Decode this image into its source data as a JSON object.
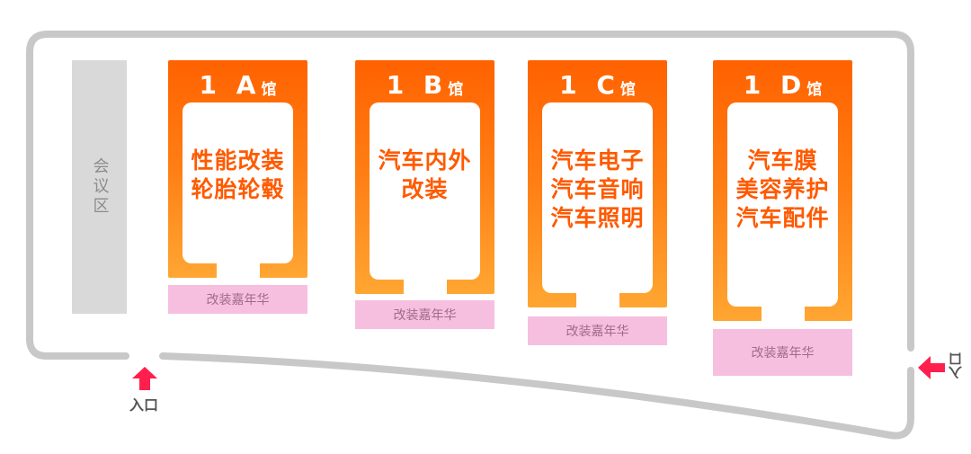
{
  "map": {
    "meeting_area": {
      "label": "会议区"
    },
    "halls": [
      {
        "code": "1 A",
        "suffix": "馆",
        "lines": [
          "性能改装",
          "轮胎轮毂"
        ],
        "zone_label": "改装嘉年华"
      },
      {
        "code": "1 B",
        "suffix": "馆",
        "lines": [
          "汽车内外",
          "改装"
        ],
        "zone_label": "改装嘉年华"
      },
      {
        "code": "1 C",
        "suffix": "馆",
        "lines": [
          "汽车电子",
          "汽车音响",
          "汽车照明"
        ],
        "zone_label": "改装嘉年华"
      },
      {
        "code": "1 D",
        "suffix": "馆",
        "lines": [
          "汽车膜",
          "美容养护",
          "汽车配件"
        ],
        "zone_label": "改装嘉年华"
      }
    ],
    "entrances": {
      "bottom_left": {
        "label": "入口"
      },
      "right": {
        "label": "入口"
      }
    },
    "colors": {
      "hall_top": "#ff6200",
      "hall_bottom": "#ffa632",
      "hall_text": "#ff5a00",
      "carnival_zone": "#f7bfdf",
      "meeting_area": "#d9d9d9",
      "outline": "#c8c8c8",
      "arrow": "#ff1f4e"
    }
  }
}
